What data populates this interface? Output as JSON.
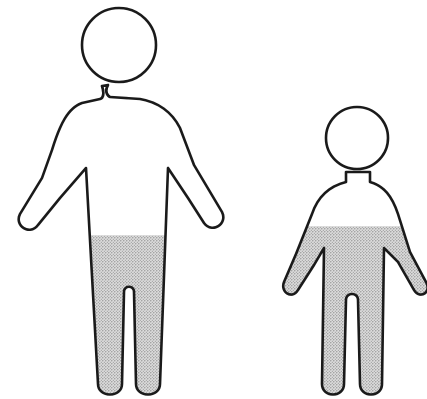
{
  "figures": [
    {
      "name": "adult-figure",
      "fill_level": 0.52
    },
    {
      "name": "child-figure",
      "fill_level": 0.76
    }
  ],
  "colors": {
    "outline": "#1a1a1a",
    "fill_dot": "#8a8a8a",
    "fill_background": "#dcdcdc",
    "background": "#ffffff"
  }
}
